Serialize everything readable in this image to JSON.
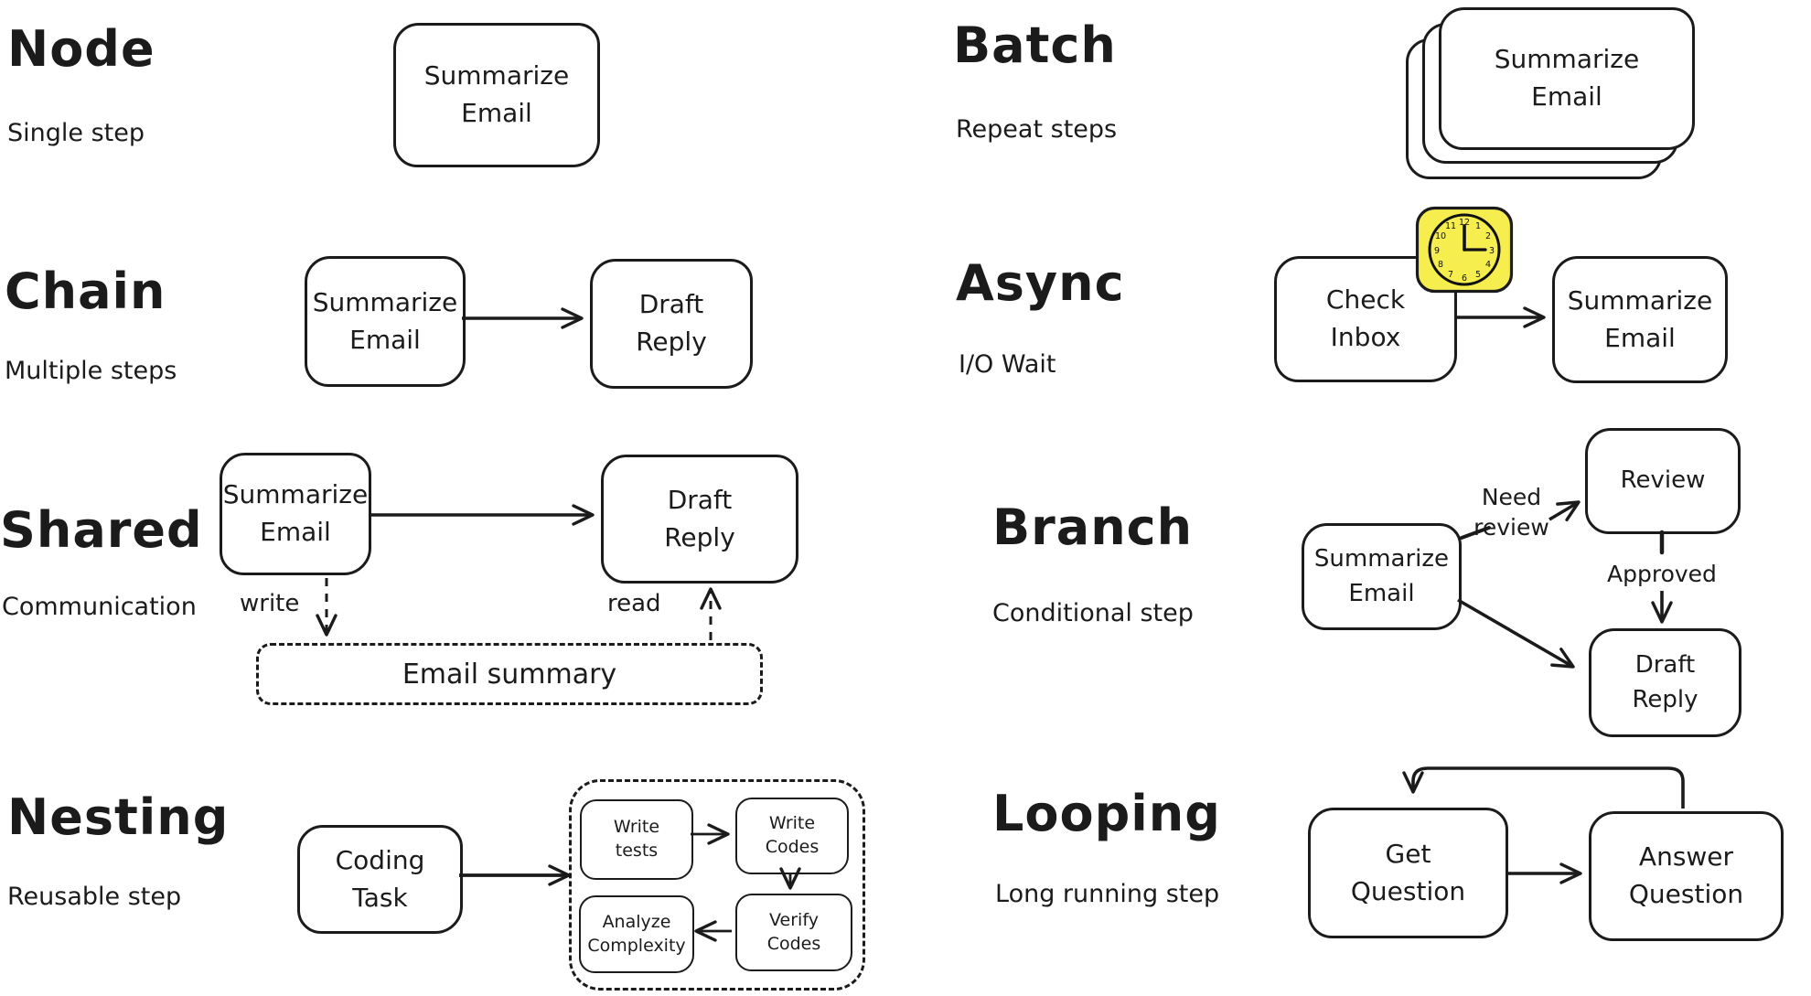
{
  "canvas": {
    "background": "#ffffff",
    "ink": "#1b1b1b",
    "accent_yellow": "#f5ee4e"
  },
  "sections": {
    "node": {
      "title": "Node",
      "subtitle": "Single step",
      "box": {
        "label": "Summarize\nEmail"
      }
    },
    "batch": {
      "title": "Batch",
      "subtitle": "Repeat steps",
      "box": {
        "label": "Summarize\nEmail"
      }
    },
    "chain": {
      "title": "Chain",
      "subtitle": "Multiple steps",
      "box1": {
        "label": "Summarize\nEmail"
      },
      "box2": {
        "label": "Draft\nReply"
      }
    },
    "async": {
      "title": "Async",
      "subtitle": "I/O Wait",
      "box1": {
        "label": "Check\nInbox"
      },
      "box2": {
        "label": "Summarize\nEmail"
      },
      "clock_numbers": [
        "12",
        "1",
        "2",
        "3",
        "4",
        "5",
        "6",
        "7",
        "8",
        "9",
        "10",
        "11"
      ]
    },
    "shared": {
      "title": "Shared",
      "subtitle": "Communication",
      "box1": {
        "label": "Summarize\nEmail"
      },
      "box2": {
        "label": "Draft\nReply"
      },
      "write_label": "write",
      "read_label": "read",
      "store": {
        "label": "Email summary"
      }
    },
    "branch": {
      "title": "Branch",
      "subtitle": "Conditional step",
      "source": {
        "label": "Summarize\nEmail"
      },
      "review": {
        "label": "Review"
      },
      "draft": {
        "label": "Draft\nReply"
      },
      "need_review_label": "Need\nreview",
      "approved_label": "Approved"
    },
    "nesting": {
      "title": "Nesting",
      "subtitle": "Reusable step",
      "outer": {
        "label": "Coding\nTask"
      },
      "inner1": {
        "label": "Write\ntests"
      },
      "inner2": {
        "label": "Write\nCodes"
      },
      "inner3": {
        "label": "Verify\nCodes"
      },
      "inner4": {
        "label": "Analyze\nComplexity"
      }
    },
    "looping": {
      "title": "Looping",
      "subtitle": "Long running step",
      "box1": {
        "label": "Get\nQuestion"
      },
      "box2": {
        "label": "Answer\nQuestion"
      }
    }
  }
}
